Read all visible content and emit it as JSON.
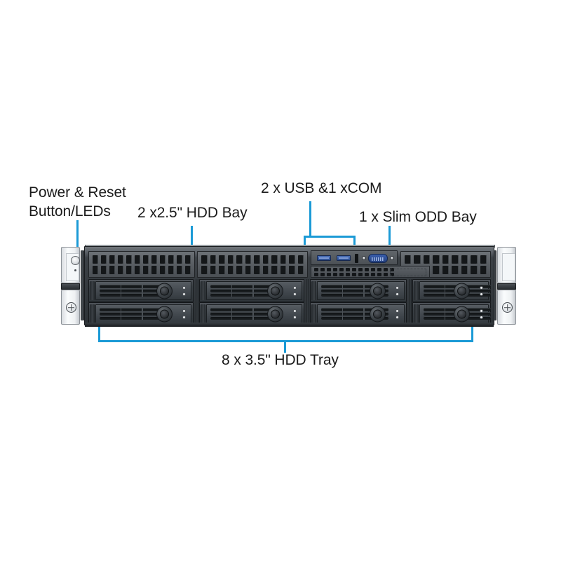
{
  "diagram": {
    "title": "Rackmount Server Front Panel Callout Diagram",
    "accent_color": "#1b9ad6",
    "text_color": "#1b1b1b",
    "background_color": "#ffffff"
  },
  "callouts": [
    {
      "id": "power",
      "label": "Power & Reset\nButton/LEDs",
      "target": "power-reset-button-leds"
    },
    {
      "id": "bay25",
      "label": "2 x2.5\" HDD Bay",
      "target": "two-25-inch-hdd-bays"
    },
    {
      "id": "usb",
      "label": "2 x USB &1 xCOM",
      "target": "front-io-usb-com-ports"
    },
    {
      "id": "odd",
      "label": "1 x Slim ODD Bay",
      "target": "slim-odd-bay"
    },
    {
      "id": "tray",
      "label": "8 x 3.5\" HDD Tray",
      "target": "eight-35-inch-hdd-trays"
    }
  ],
  "chassis": {
    "form_factor": "2U",
    "left_ear": {
      "power_button": "power-button",
      "status_led": "status-led",
      "screw": "phillips-screw"
    },
    "right_ear": {
      "screw": "phillips-screw"
    },
    "hdd_bays_25": [
      {
        "name": "2.5-inch-bay-1"
      },
      {
        "name": "2.5-inch-bay-2"
      }
    ],
    "io_ports": [
      {
        "name": "usb-port-1",
        "type": "USB 3.0",
        "color": "#2b4d91"
      },
      {
        "name": "usb-port-2",
        "type": "USB 3.0",
        "color": "#2b4d91"
      },
      {
        "name": "com-port",
        "type": "COM / Serial",
        "color": "#24407e"
      }
    ],
    "odd_bay": {
      "name": "slim-odd-bay",
      "count": 1
    },
    "hdd_trays_35": [
      {
        "name": "hdd-tray-1",
        "row": 1,
        "col": 1
      },
      {
        "name": "hdd-tray-2",
        "row": 1,
        "col": 2
      },
      {
        "name": "hdd-tray-3",
        "row": 1,
        "col": 3
      },
      {
        "name": "hdd-tray-4",
        "row": 1,
        "col": 4
      },
      {
        "name": "hdd-tray-5",
        "row": 2,
        "col": 1
      },
      {
        "name": "hdd-tray-6",
        "row": 2,
        "col": 2
      },
      {
        "name": "hdd-tray-7",
        "row": 2,
        "col": 3
      },
      {
        "name": "hdd-tray-8",
        "row": 2,
        "col": 4
      }
    ]
  }
}
